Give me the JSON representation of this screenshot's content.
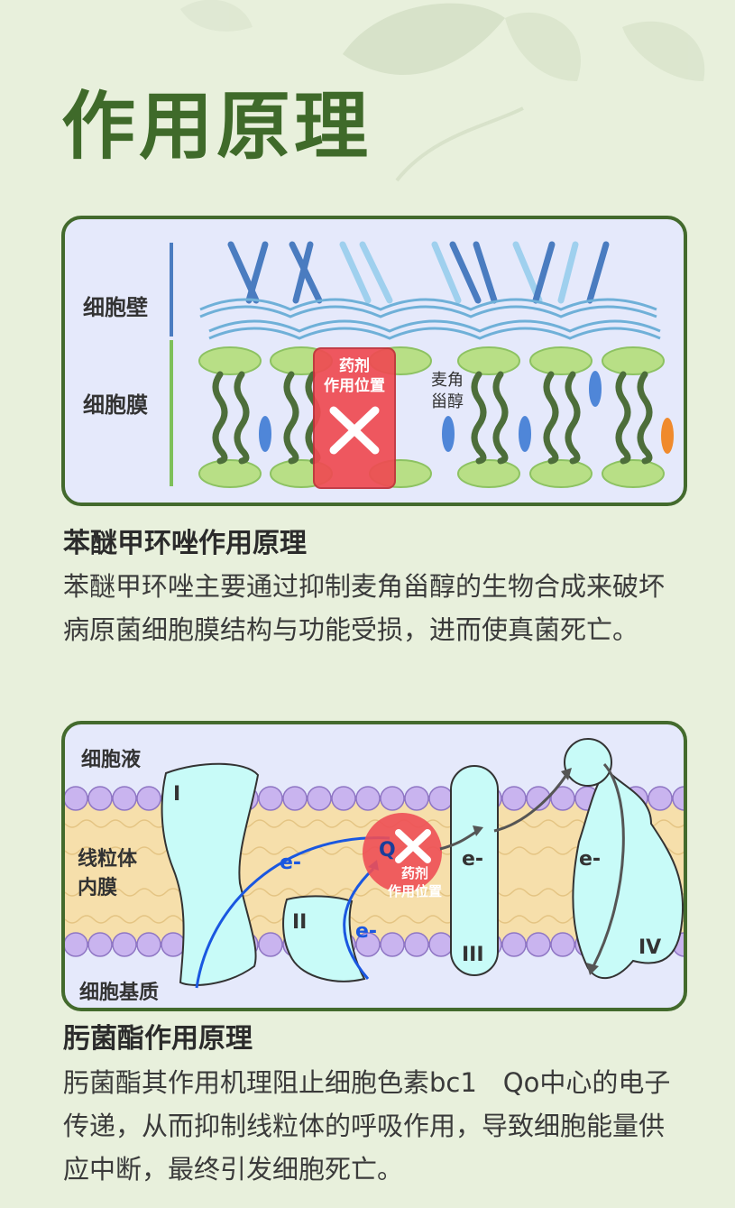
{
  "title": "作用原理",
  "diagram1": {
    "label_wall": "细胞壁",
    "label_membrane": "细胞膜",
    "drug_site_line1": "药剂",
    "drug_site_line2": "作用位置",
    "ergosterol_line1": "麦角",
    "ergosterol_line2": "甾醇"
  },
  "section1": {
    "heading": "苯醚甲环唑作用原理",
    "body": "苯醚甲环唑主要通过抑制麦角甾醇的生物合成来破坏病原菌细胞膜结构与功能受损，进而使真菌死亡。"
  },
  "diagram2": {
    "label_cytosol": "细胞液",
    "label_inner_membrane_line1": "线粒体",
    "label_inner_membrane_line2": "内膜",
    "label_matrix": "细胞基质",
    "complex_1": "I",
    "complex_2": "II",
    "complex_3": "III",
    "complex_4": "IV",
    "qo_label": "Q",
    "electron": "e-",
    "drug_site_line1": "药剂",
    "drug_site_line2": "作用位置"
  },
  "section2": {
    "heading": "肟菌酯作用原理",
    "body": "肟菌酯其作用机理阻止细胞色素bc1　Qo中心的电子传递，从而抑制线粒体的呼吸作用，导致细胞能量供应中断，最终引发细胞死亡。"
  },
  "colors": {
    "brand_green": "#3f6a2a",
    "panel_bg": "#e5e9fb",
    "protein_fill": "#c8fbf8",
    "drug_red": "#e8454a",
    "electron_blue": "#1a57e0"
  }
}
